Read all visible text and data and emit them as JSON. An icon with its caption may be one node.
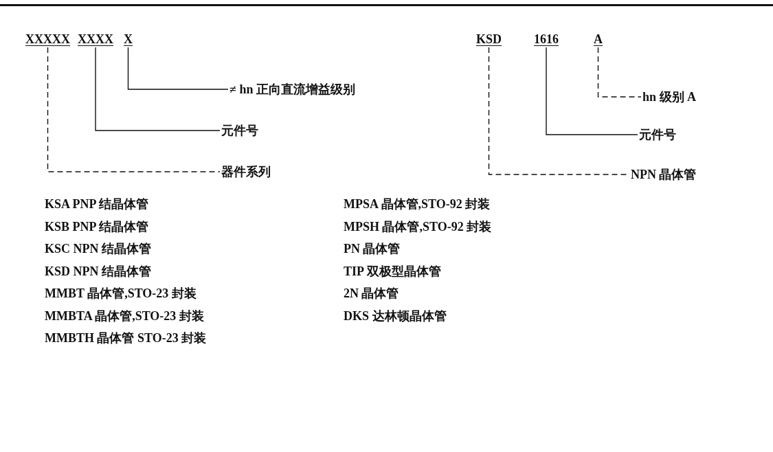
{
  "diagram": {
    "nodes": [
      {
        "text": [
          "XXXXX"
        ]
      },
      {
        "text": [
          "XXXX"
        ]
      },
      {
        "text": [
          "X"
        ]
      },
      {
        "text": [
          "≠ hn 正向直流增益级别"
        ]
      },
      {
        "text": [
          "元件号"
        ]
      },
      {
        "text": [
          "器件系列"
        ]
      },
      {
        "text": [
          "KSD"
        ]
      },
      {
        "text": [
          "1616"
        ]
      },
      {
        "text": [
          "A"
        ]
      },
      {
        "text": [
          "hn 级别 A"
        ]
      },
      {
        "text": [
          "元件号"
        ]
      },
      {
        "text": [
          "NPN 晶体管"
        ]
      }
    ],
    "edges": [
      {
        "from": 2,
        "to": 3,
        "arrow": "none"
      },
      {
        "from": 1,
        "to": 4,
        "arrow": "none"
      },
      {
        "from": 0,
        "to": 5,
        "arrow": "none",
        "style": "dashed"
      },
      {
        "from": 8,
        "to": 9,
        "arrow": "none",
        "style": "dashed"
      },
      {
        "from": 7,
        "to": 10,
        "arrow": "none"
      },
      {
        "from": 6,
        "to": 11,
        "arrow": "none",
        "style": "dashed"
      }
    ],
    "labels": [
      "KSA PNP 结晶体管",
      "MPSA 晶体管,STO-92 封装",
      "KSB PNP 结晶体管",
      "MPSH 晶体管,STO-92 封装",
      "KSC NPN 结晶体管",
      "PN 晶体管",
      "KSD NPN 结晶体管",
      "TIP 双极型晶体管",
      "MMBT 晶体管,STO-23 封装",
      "2N 晶体管",
      "MMBTA 晶体管,STO-23 封装",
      "DKS 达林顿晶体管",
      "MMBTH 晶体管 STO-23 封装"
    ]
  }
}
